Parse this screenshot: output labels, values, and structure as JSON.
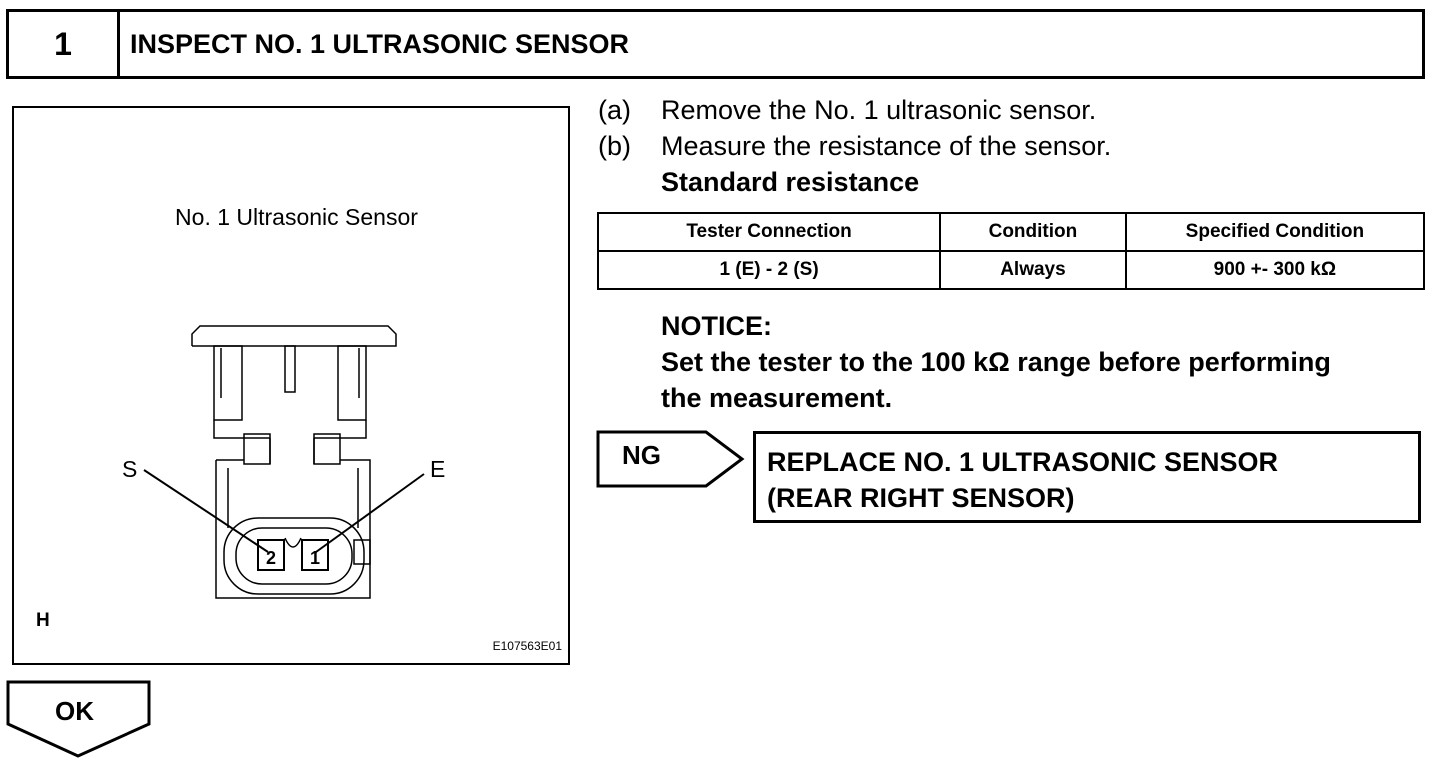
{
  "header": {
    "step_number": "1",
    "title": "INSPECT NO. 1 ULTRASONIC SENSOR"
  },
  "figure": {
    "title": "No. 1 Ultrasonic Sensor",
    "label_s": "S",
    "label_e": "E",
    "pin_2": "2",
    "pin_1": "1",
    "corner_mark": "H",
    "code": "E107563E01"
  },
  "instructions": {
    "a_label": "(a)",
    "a_text": "Remove the No. 1 ultrasonic sensor.",
    "b_label": "(b)",
    "b_text": "Measure the resistance of the sensor.",
    "standard_label": "Standard resistance"
  },
  "spec_table": {
    "headers": [
      "Tester Connection",
      "Condition",
      "Specified Condition"
    ],
    "rows": [
      [
        "1 (E) - 2 (S)",
        "Always",
        "900 +- 300 kΩ"
      ]
    ]
  },
  "notice": {
    "heading": "NOTICE:",
    "line1": "Set the tester to the 100 kΩ range before performing",
    "line2": "the measurement."
  },
  "ng_branch": {
    "label": "NG",
    "line1": "REPLACE NO. 1 ULTRASONIC SENSOR",
    "line2": "(REAR RIGHT SENSOR)"
  },
  "ok_branch": {
    "label": "OK"
  }
}
